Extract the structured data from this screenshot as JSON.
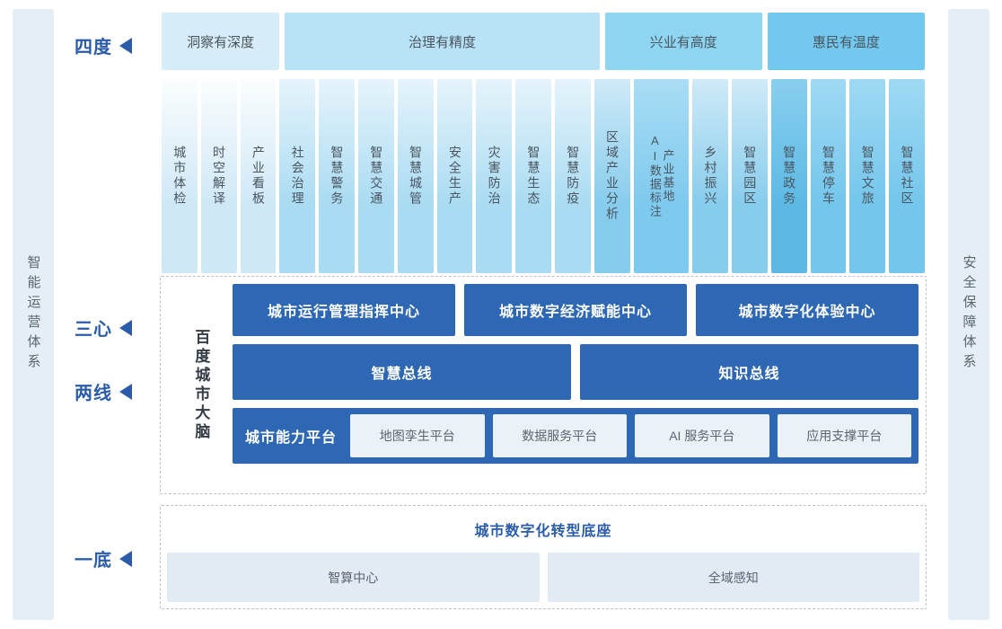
{
  "side_rails": {
    "left": {
      "label": "智能运营体系"
    },
    "right": {
      "label": "安全保障体系"
    }
  },
  "row_labels": {
    "sidu": "四度",
    "sanxin": "三心",
    "liangxian": "两线",
    "yidi": "一底"
  },
  "banners": [
    {
      "label": "洞察有深度",
      "color": "#d6ecf7",
      "flex": 3
    },
    {
      "label": "治理有精度",
      "color": "#b8e2f5",
      "flex": 8
    },
    {
      "label": "兴业有高度",
      "color": "#8ed5f2",
      "flex": 4
    },
    {
      "label": "惠民有温度",
      "color": "#72c8ee",
      "flex": 4
    }
  ],
  "capabilities": [
    {
      "label": "城市体检",
      "top": "#fbfdfe",
      "bottom": "#cfe8f6"
    },
    {
      "label": "时空解译",
      "top": "#fbfdfe",
      "bottom": "#cfe8f6"
    },
    {
      "label": "产业看板",
      "top": "#fbfdfe",
      "bottom": "#cfe8f6"
    },
    {
      "label": "社会治理",
      "top": "#e6f4fb",
      "bottom": "#a9dbf2"
    },
    {
      "label": "智慧警务",
      "top": "#e6f4fb",
      "bottom": "#a9dbf2"
    },
    {
      "label": "智慧交通",
      "top": "#e6f4fb",
      "bottom": "#a9dbf2"
    },
    {
      "label": "智慧城管",
      "top": "#e6f4fb",
      "bottom": "#a9dbf2"
    },
    {
      "label": "安全生产",
      "top": "#e6f4fb",
      "bottom": "#a9dbf2"
    },
    {
      "label": "灾害防治",
      "top": "#e6f4fb",
      "bottom": "#a9dbf2"
    },
    {
      "label": "智慧生态",
      "top": "#e6f4fb",
      "bottom": "#a9dbf2"
    },
    {
      "label": "智慧防疫",
      "top": "#e6f4fb",
      "bottom": "#a9dbf2"
    },
    {
      "label": "区域产业分析",
      "top": "#cfeaf8",
      "bottom": "#86ccec"
    },
    {
      "label": "AI数据标注",
      "label2": "产业基地",
      "top": "#a9ddf4",
      "bottom": "#7ec9ee"
    },
    {
      "label": "乡村振兴",
      "top": "#cfeaf8",
      "bottom": "#86ccec"
    },
    {
      "label": "智慧园区",
      "top": "#cfeaf8",
      "bottom": "#86ccec"
    },
    {
      "label": "智慧政务",
      "top": "#88cfef",
      "bottom": "#5cb9e4"
    },
    {
      "label": "智慧停车",
      "top": "#9ed9f3",
      "bottom": "#74c6ec"
    },
    {
      "label": "智慧文旅",
      "top": "#9ed9f3",
      "bottom": "#74c6ec"
    },
    {
      "label": "智慧社区",
      "top": "#9ed9f3",
      "bottom": "#74c6ec"
    }
  ],
  "brain": {
    "title": "百度城市大脑",
    "centers": [
      {
        "label": "城市运行管理指挥中心"
      },
      {
        "label": "城市数字经济赋能中心"
      },
      {
        "label": "城市数字化体验中心"
      }
    ],
    "buses": [
      {
        "label": "智慧总线"
      },
      {
        "label": "知识总线"
      }
    ],
    "platform_title": "城市能力平台",
    "platforms": [
      {
        "label": "地图孪生平台"
      },
      {
        "label": "数据服务平台"
      },
      {
        "label": "AI 服务平台"
      },
      {
        "label": "应用支撑平台"
      }
    ]
  },
  "foundation": {
    "title": "城市数字化转型底座",
    "chips": [
      {
        "label": "智算中心"
      },
      {
        "label": "全域感知"
      }
    ]
  },
  "colors": {
    "accent_blue": "#2a5caa",
    "box_blue": "#2e68b4",
    "dashed_border": "#b9c4cf"
  }
}
